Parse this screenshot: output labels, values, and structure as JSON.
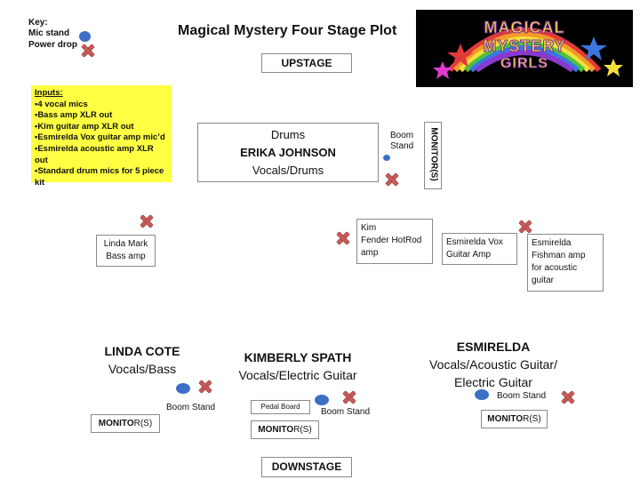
{
  "key": {
    "title": "Key:",
    "mic_stand": "Mic stand",
    "power_drop": "Power drop"
  },
  "title": "Magical Mystery Four Stage Plot",
  "logo": {
    "line1": "MAGICAL",
    "line2": "MYSTERY",
    "line3": "GIRLS"
  },
  "upstage": "UPSTAGE",
  "downstage": "DOWNSTAGE",
  "inputs": {
    "heading": "Inputs:",
    "items": [
      "•4 vocal mics",
      "•Bass amp XLR out",
      "•Kim guitar amp XLR out",
      "•Esmirelda Vox guitar amp mic’d",
      "•Esmirelda acoustic amp XLR out",
      "•Standard drum mics for 5 piece kit"
    ]
  },
  "drums": {
    "line1": "Drums",
    "line2": "ERIKA JOHNSON",
    "line3": "Vocals/Drums"
  },
  "boom_stand_top": {
    "line1": "Boom",
    "line2": "Stand"
  },
  "monitor_vertical": "MONITOR(S)",
  "amps": {
    "linda": {
      "line1": "Linda Mark",
      "line2": "Bass amp"
    },
    "kim": {
      "line1": "Kim",
      "line2": "Fender HotRod",
      "line3": "amp"
    },
    "esmirelda_vox": {
      "line1": "Esmirelda Vox",
      "line2": "Guitar Amp"
    },
    "esmirelda_fishman": {
      "line1": "Esmirelda",
      "line2": "Fishman amp",
      "line3": "for acoustic",
      "line4": "guitar"
    }
  },
  "players": {
    "linda": {
      "name": "LINDA COTE",
      "role": "Vocals/Bass"
    },
    "kimberly": {
      "name": "KIMBERLY SPATH",
      "role": "Vocals/Electric Guitar"
    },
    "esmirelda": {
      "name": "ESMIRELDA",
      "role_line1": "Vocals/Acoustic Guitar/",
      "role_line2": "Electric Guitar"
    }
  },
  "boom_stand_label": "Boom Stand",
  "pedal_board": "Pedal Board",
  "monitor_bottom": {
    "bold": "MONITO",
    "normal": "R(S)"
  },
  "colors": {
    "mic": "#3d6fc6",
    "power_drop": "#c95a5a",
    "inputs_bg": "#ffff44"
  }
}
